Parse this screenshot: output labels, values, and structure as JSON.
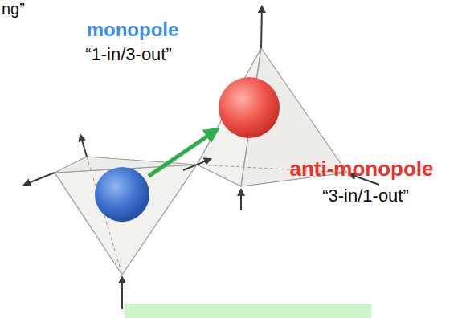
{
  "diagram": {
    "nodes": [
      {
        "text": [
          "monopole",
          "“1-in/3-out”"
        ]
      },
      {
        "text": [
          "anti-monopole",
          "“3-in/1-out”"
        ]
      }
    ],
    "edges": [
      {
        "from": 0,
        "to": 1,
        "arrow": "to"
      }
    ],
    "labels": [
      "ng”"
    ]
  }
}
